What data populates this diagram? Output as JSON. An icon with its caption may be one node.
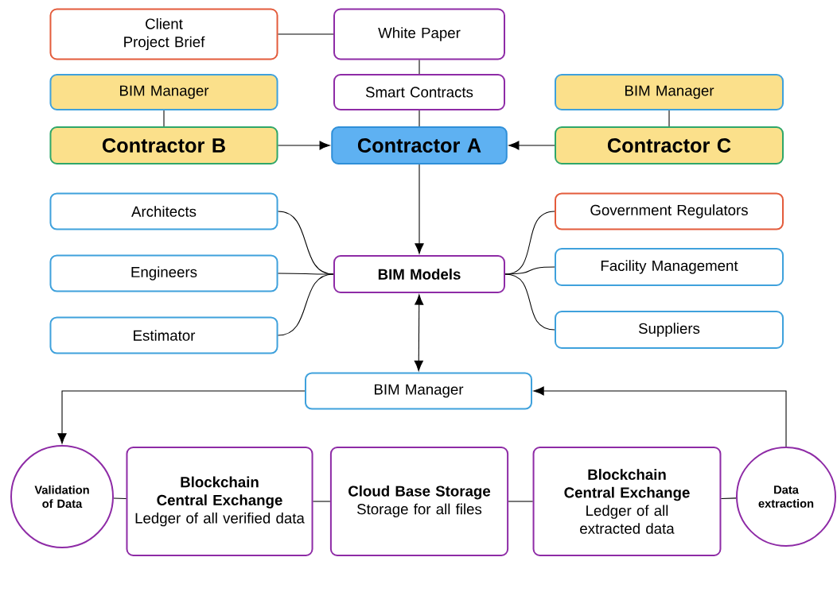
{
  "diagram": {
    "nodes": [
      {
        "text": [
          "Client Project Brief"
        ]
      },
      {
        "text": [
          "White Paper"
        ]
      },
      {
        "text": [
          "BIM Manager"
        ]
      },
      {
        "text": [
          "Smart Contracts"
        ]
      },
      {
        "text": [
          "BIM Manager"
        ]
      },
      {
        "text": [
          "Contractor B"
        ]
      },
      {
        "text": [
          "Contractor A"
        ]
      },
      {
        "text": [
          "Contractor C"
        ]
      },
      {
        "text": [
          "Architects"
        ]
      },
      {
        "text": [
          "Engineers"
        ]
      },
      {
        "text": [
          "Estimator"
        ]
      },
      {
        "text": [
          "BIM Models"
        ]
      },
      {
        "text": [
          "Government Regulators"
        ]
      },
      {
        "text": [
          "Facility Management"
        ]
      },
      {
        "text": [
          "Suppliers"
        ]
      },
      {
        "text": [
          "BIM Manager"
        ]
      },
      {
        "text": [
          "Validation of Data"
        ]
      },
      {
        "text": [
          "Blockchain Central Exchange",
          "Ledger of all verified data"
        ]
      },
      {
        "text": [
          "Cloud Base Storage",
          "Storage for all files"
        ]
      },
      {
        "text": [
          "Blockchain Central Exchange",
          "Ledger of all extracted data"
        ]
      },
      {
        "text": [
          "Data extraction"
        ]
      }
    ],
    "edges": [
      {
        "from": 0,
        "to": 1,
        "arrow": "none"
      },
      {
        "from": 1,
        "to": 3,
        "arrow": "none"
      },
      {
        "from": 2,
        "to": 5,
        "arrow": "none"
      },
      {
        "from": 3,
        "to": 6,
        "arrow": "none"
      },
      {
        "from": 4,
        "to": 7,
        "arrow": "none"
      },
      {
        "from": 5,
        "to": 6,
        "arrow": "to"
      },
      {
        "from": 7,
        "to": 6,
        "arrow": "to"
      },
      {
        "from": 6,
        "to": 11,
        "arrow": "to"
      },
      {
        "from": 8,
        "to": 11,
        "arrow": "none"
      },
      {
        "from": 9,
        "to": 11,
        "arrow": "none"
      },
      {
        "from": 10,
        "to": 11,
        "arrow": "none"
      },
      {
        "from": 11,
        "to": 12,
        "arrow": "none"
      },
      {
        "from": 11,
        "to": 13,
        "arrow": "none"
      },
      {
        "from": 11,
        "to": 14,
        "arrow": "none"
      },
      {
        "from": 11,
        "to": 15,
        "arrow": "both"
      },
      {
        "from": 15,
        "to": 16,
        "arrow": "to"
      },
      {
        "from": 20,
        "to": 15,
        "arrow": "to"
      },
      {
        "from": 16,
        "to": 17,
        "arrow": "none"
      },
      {
        "from": 17,
        "to": 18,
        "arrow": "none"
      },
      {
        "from": 18,
        "to": 19,
        "arrow": "none"
      },
      {
        "from": 19,
        "to": 20,
        "arrow": "none"
      }
    ]
  }
}
